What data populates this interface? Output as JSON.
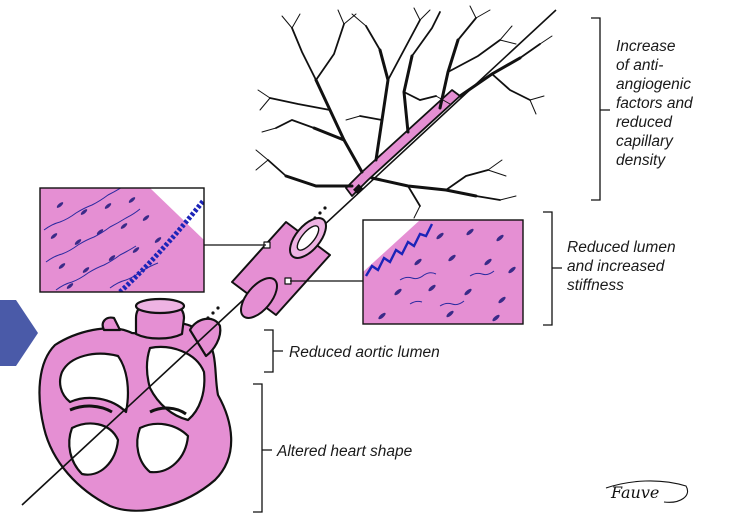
{
  "labels": {
    "capillary": "Increase\nof anti-\nangiogenic\nfactors and\nreduced\ncapillary\ndensity",
    "lumen": "Reduced lumen\nand increased\nstiffness",
    "aortic": "Reduced aortic lumen",
    "heart": "Altered heart shape"
  },
  "signature": "Fauve",
  "colors": {
    "tissue_pink": "#e58fd3",
    "tissue_light": "#eeb3e3",
    "wall_blue": "#1c24b8",
    "ink": "#111111",
    "nav_arrow": "#4a5aa8"
  },
  "icons": {
    "nav_arrow": "nav-arrow-icon",
    "signature": "artist-signature-icon"
  }
}
